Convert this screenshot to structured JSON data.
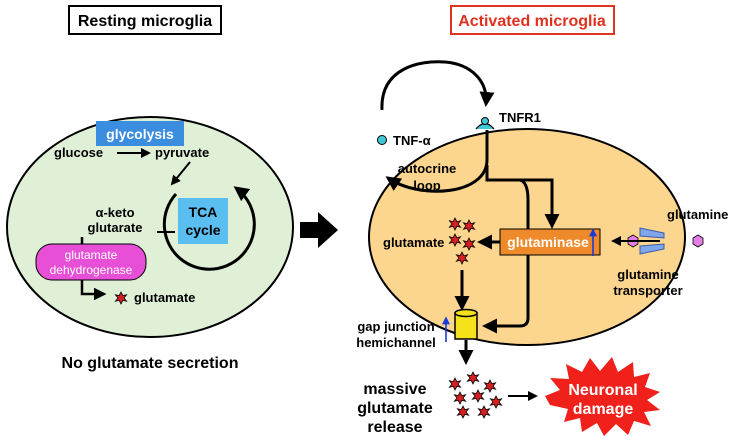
{
  "resting": {
    "title": "Resting microglia",
    "glycolysis": "glycolysis",
    "glucose": "glucose",
    "pyruvate": "pyruvate",
    "tca_line1": "TCA",
    "tca_line2": "cycle",
    "aketo_line1": "α-keto",
    "aketo_line2": "glutarate",
    "gdh_line1": "glutamate",
    "gdh_line2": "dehydrogenase",
    "glutamate": "glutamate",
    "footer": "No glutamate secretion"
  },
  "activated": {
    "title": "Activated microglia",
    "tnf_alpha": "TNF-α",
    "tnfr1": "TNFR1",
    "autocrine_line1": "autocrine",
    "autocrine_line2": "loop",
    "glutamate": "glutamate",
    "glutaminase": "glutaminase",
    "glutamine": "glutamine",
    "transporter_line1": "glutamine",
    "transporter_line2": "transporter",
    "gap_line1": "gap junction",
    "gap_line2": "hemichannel",
    "release_line1": "massive",
    "release_line2": "glutamate",
    "release_line3": "release",
    "damage_line1": "Neuronal",
    "damage_line2": "damage"
  },
  "colors": {
    "resting_cell": "#dff0d6",
    "activated_cell": "#fcd68f",
    "glycolysis_box": "#3b8de0",
    "tca_box": "#5bbef0",
    "gdh_box": "#e64fd6",
    "glutaminase_box": "#ef8a2a",
    "damage_burst": "#f0201a",
    "activated_title": "#e03020",
    "star": "#d42020",
    "hemichannel": "#f5e21a",
    "up_arrow": "#1a3ad8"
  }
}
